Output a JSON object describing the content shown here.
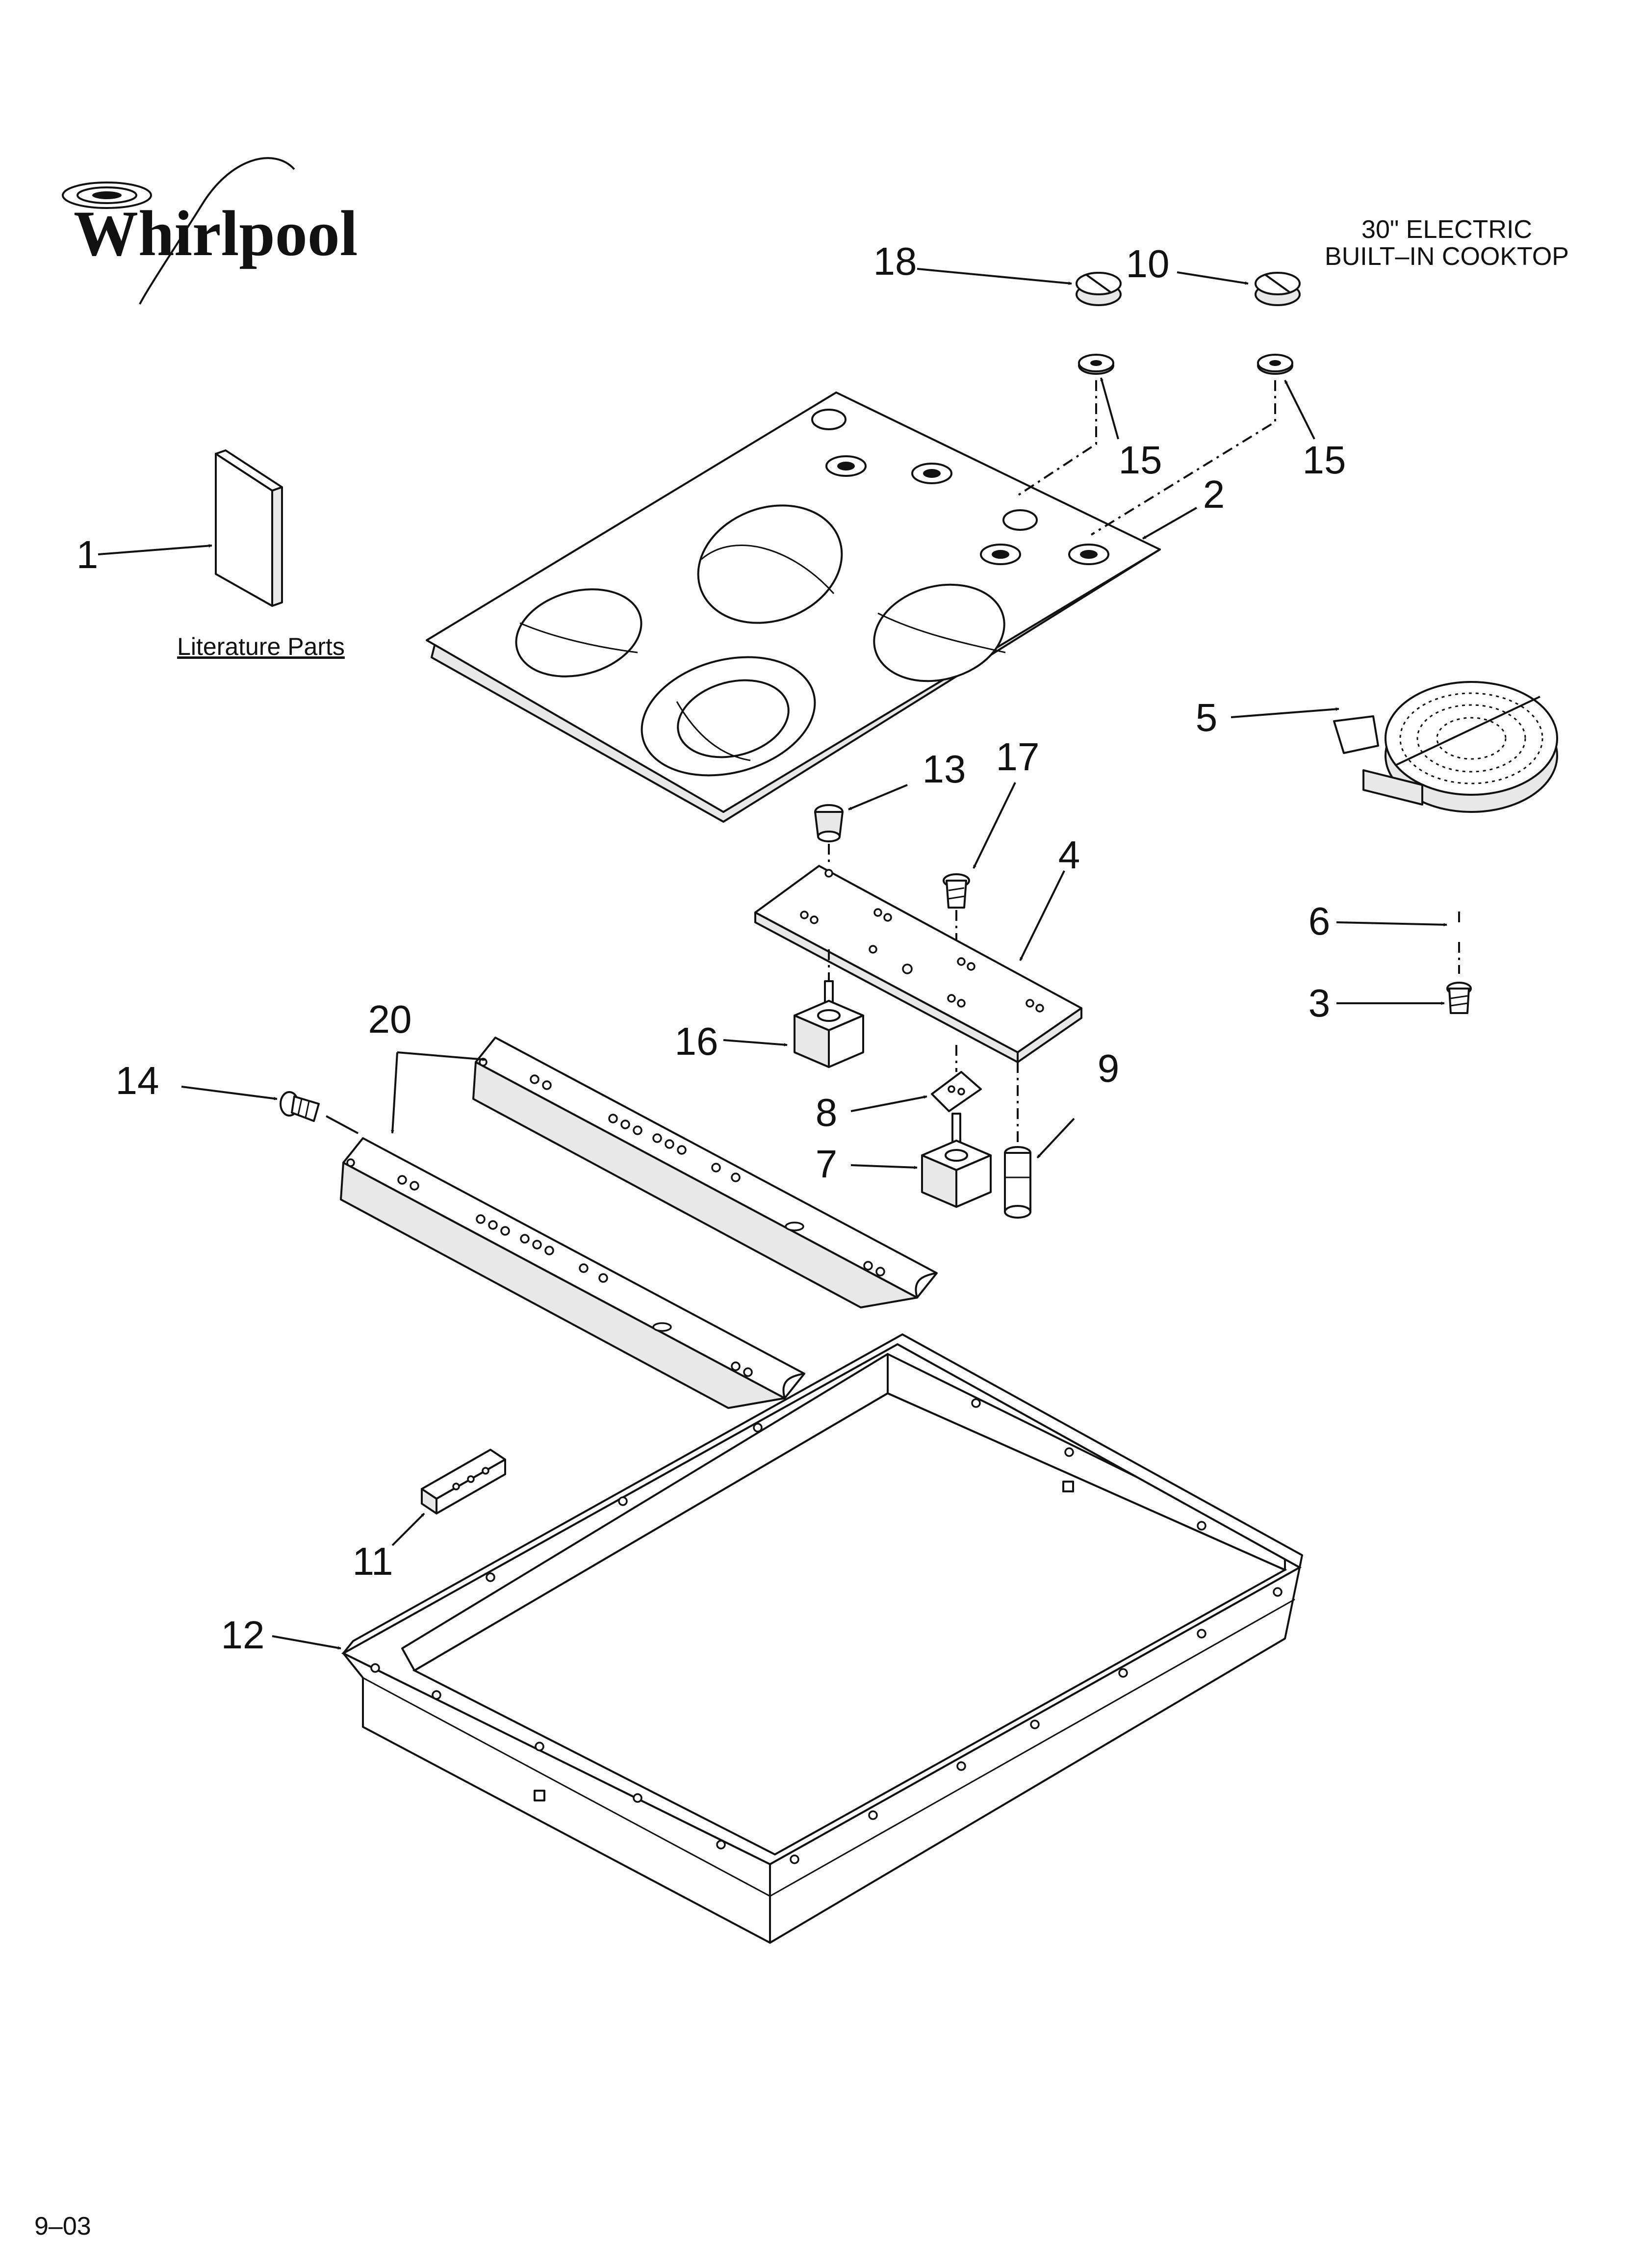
{
  "brand": {
    "name": "Whirlpool"
  },
  "title": {
    "line1": "30\" ELECTRIC",
    "line2": "BUILT–IN COOKTOP"
  },
  "literature_label": "Literature Parts",
  "footer_code": "9–03",
  "callouts": {
    "c1": "1",
    "c2": "2",
    "c3": "3",
    "c4": "4",
    "c5": "5",
    "c6": "6",
    "c7": "7",
    "c8": "8",
    "c9": "9",
    "c10": "10",
    "c11": "11",
    "c12": "12",
    "c13": "13",
    "c14": "14",
    "c15a": "15",
    "c15b": "15",
    "c16": "16",
    "c17": "17",
    "c18": "18",
    "c20": "20"
  }
}
